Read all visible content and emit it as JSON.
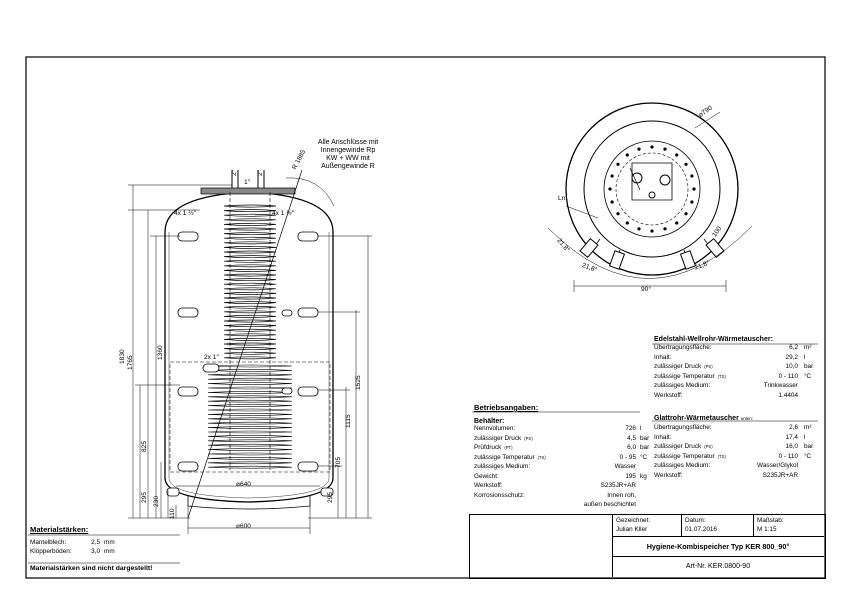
{
  "drawing": {
    "note_connections": [
      "Alle Anschlüsse mit",
      "Innengewinde Rp",
      "KW + WW mit",
      "Außengewinde R"
    ],
    "heights": [
      "1830",
      "1765",
      "1360",
      "825",
      "295",
      "230",
      "110",
      "1525",
      "1115",
      "705",
      "295"
    ],
    "radius_label": "R 1885",
    "conn_4x_left": "4x 1 ½\"",
    "conn_4x_right": "4x 1 ½\"",
    "conn_2x": "2x 1\"",
    "conn_top_1": "1\"",
    "conn_top_left": "2\"",
    "conn_top_right": "2\"",
    "diam_640": "⌀640",
    "diam_600": "⌀600",
    "topview_diam": "⌀790",
    "topview_ln": "Ln",
    "topview_angles": [
      "21,8°",
      "21,8°",
      "21,8°",
      "21,8°"
    ],
    "topview_100": "100",
    "topview_90": "90°"
  },
  "material": {
    "title": "Materialstärken:",
    "rows": [
      {
        "label": "Mantelblech:",
        "value": "2,5",
        "unit": "mm"
      },
      {
        "label": "Klöpperböden:",
        "value": "3,0",
        "unit": "mm"
      }
    ],
    "note": "Materialstärken sind nicht dargestellt!"
  },
  "betrieb": {
    "title": "Betriebsangaben:",
    "sub": "Behälter:",
    "rows": [
      {
        "label": "Nennvolumen:",
        "sub": "",
        "value": "726",
        "unit": "l"
      },
      {
        "label": "zulässiger Druck",
        "sub": "(PS)",
        "value": "4,5",
        "unit": "bar"
      },
      {
        "label": "Prüfdruck",
        "sub": "(PT)",
        "value": "6,0",
        "unit": "bar"
      },
      {
        "label": "zulässige Temperatur",
        "sub": "(TS)",
        "value": "0 - 95",
        "unit": "°C"
      },
      {
        "label": "zulässiges Medium:",
        "sub": "",
        "value": "Wasser",
        "unit": ""
      },
      {
        "label": "Gewicht:",
        "sub": "",
        "value": "195",
        "unit": "kg"
      },
      {
        "label": "Werkstoff:",
        "sub": "",
        "value": "S235JR+AR",
        "unit": ""
      },
      {
        "label": "Korrosionsschutz:",
        "sub": "",
        "value": "Innen roh,",
        "unit": ""
      },
      {
        "label": "",
        "sub": "",
        "value": "außen beschichtet",
        "unit": ""
      }
    ]
  },
  "edelstahl": {
    "title": "Edelstahl-Wellrohr-Wärmetauscher:",
    "rows": [
      {
        "label": "Übertragungsfläche:",
        "sub": "",
        "value": "6,2",
        "unit": "m²"
      },
      {
        "label": "Inhalt:",
        "sub": "",
        "value": "29,2",
        "unit": "l"
      },
      {
        "label": "zulässiger Druck",
        "sub": "(PS)",
        "value": "10,0",
        "unit": "bar"
      },
      {
        "label": "zulässige Temperatur",
        "sub": "(TS)",
        "value": "0 - 110",
        "unit": "°C"
      },
      {
        "label": "zulässiges Medium:",
        "sub": "",
        "value": "Trinkwasser",
        "unit": ""
      },
      {
        "label": "Werkstoff:",
        "sub": "",
        "value": "1.4404",
        "unit": ""
      }
    ]
  },
  "glattrohr": {
    "title": "Glattrohr-Wärmetauscher",
    "title_sub": "unten:",
    "rows": [
      {
        "label": "Übertragungsfläche:",
        "sub": "",
        "value": "2,6",
        "unit": "m²"
      },
      {
        "label": "Inhalt:",
        "sub": "",
        "value": "17,4",
        "unit": "l"
      },
      {
        "label": "zulässiger Druck",
        "sub": "(PS)",
        "value": "16,0",
        "unit": "bar"
      },
      {
        "label": "zulässige Temperatur",
        "sub": "(TS)",
        "value": "0 - 110",
        "unit": "°C"
      },
      {
        "label": "zulässiges Medium:",
        "sub": "",
        "value": "Wasser/Glykol",
        "unit": ""
      },
      {
        "label": "Werkstoff:",
        "sub": "",
        "value": "S235JR+AR",
        "unit": ""
      }
    ]
  },
  "titleblock": {
    "gez_label": "Gezeichnet:",
    "gez_value": "Julian Kller",
    "datum_label": "Datum:",
    "datum_value": "01.07.2016",
    "mass_label": "Maßstab:",
    "mass_value": "M 1:15",
    "title": "Hygiene-Kombispeicher Typ KER 800_90°",
    "artnr": "Art-Nr. KER.0800-90"
  }
}
